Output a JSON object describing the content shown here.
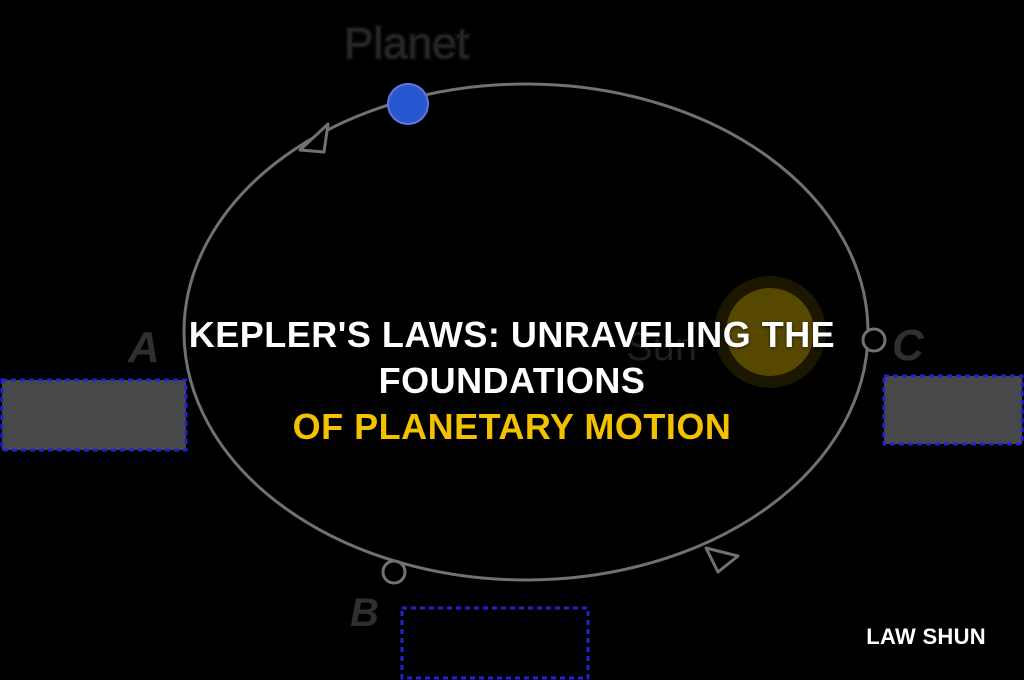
{
  "diagram": {
    "planet_label": "Planet",
    "sun_label": "Sun",
    "point_a": "A",
    "point_b": "B",
    "point_c": "C",
    "colors": {
      "planet": "#2f6bff",
      "sun": "#6b5800",
      "orbit": "#8a8a8a",
      "box_fill": "#5a5a5a",
      "box_border": "#2a2aff"
    }
  },
  "title": {
    "line1": "KEPLER'S LAWS: UNRAVELING THE FOUNDATIONS",
    "line2": "OF PLANETARY MOTION",
    "accent_color": "#f2c200"
  },
  "brand": {
    "name": "LAW SHUN"
  }
}
